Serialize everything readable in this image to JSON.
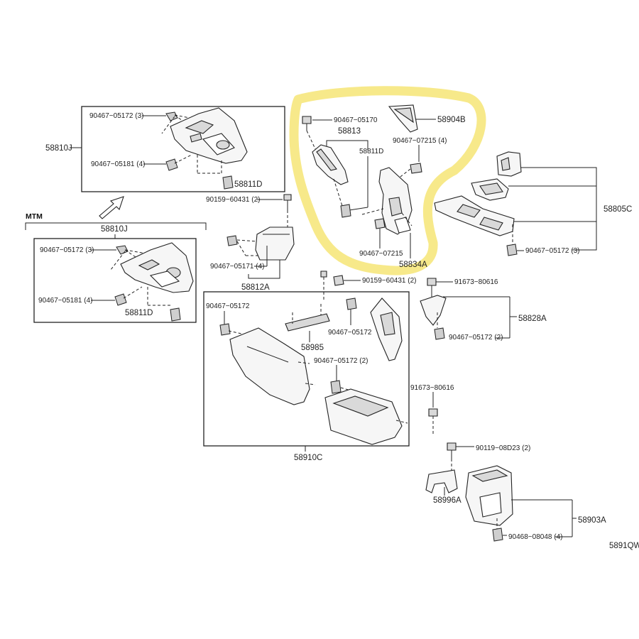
{
  "highlight": {
    "color": "#f7e98a"
  },
  "labels": {
    "l_58810J_a": "58810J",
    "l_9046705172_3_a": "90467−05172 (3)",
    "l_9046705181_4_a": "90467−05181 (4)",
    "l_58811D_a": "58811D",
    "l_mtm": "MTM",
    "l_58810J_b": "58810J",
    "l_9046705172_3_b": "90467−05172 (3)",
    "l_9046705181_4_b": "90467−05181 (4)",
    "l_58811D_b": "58811D",
    "l_9015960431_2_a": "90159−60431 (2)",
    "l_9046705171_4": "90467−05171 (4)",
    "l_58812A": "58812A",
    "l_9046705170": "90467−05170",
    "l_58813": "58813",
    "l_58811D_c": "58811D",
    "l_58904B": "58904B",
    "l_9046707215_4": "90467−07215 (4)",
    "l_9046707215": "90467−07215",
    "l_58834A": "58834A",
    "l_58805C": "58805C",
    "l_9046705172_3_c": "90467−05172 (3)",
    "l_9015960431_2_b": "90159−60431 (2)",
    "l_9167380616_a": "91673−80616",
    "l_58828A": "58828A",
    "l_9046705172_2_a": "90467−05172 (2)",
    "l_9046705172_single": "90467−05172",
    "l_58985": "58985",
    "l_9046705172_mid": "90467−05172",
    "l_9046705172_2_b": "90467−05172 (2)",
    "l_9167380616_b": "91673−80616",
    "l_58910C": "58910C",
    "l_9011908D23_2": "90119−08D23 (2)",
    "l_58996A": "58996A",
    "l_58903A": "58903A",
    "l_9046808048_4": "90468−08048 (4)",
    "l_5891QW": "5891QW"
  }
}
